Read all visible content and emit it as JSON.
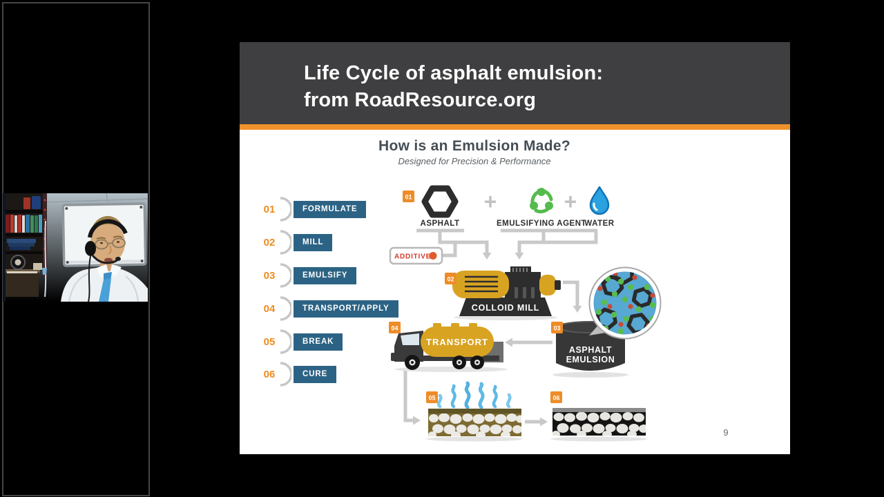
{
  "slide": {
    "title_line1": "Life Cycle of asphalt emulsion:",
    "title_line2": "from RoadResource.org",
    "heading": "How is an Emulsion Made?",
    "subheading": "Designed for Precision & Performance",
    "page_number": "9",
    "steps": [
      {
        "num": "01",
        "label": "FORMULATE"
      },
      {
        "num": "02",
        "label": "MILL"
      },
      {
        "num": "03",
        "label": "EMULSIFY"
      },
      {
        "num": "04",
        "label": "TRANSPORT/APPLY"
      },
      {
        "num": "05",
        "label": "BREAK"
      },
      {
        "num": "06",
        "label": "CURE"
      }
    ],
    "diagram": {
      "badges": {
        "b1": "01",
        "b2": "02",
        "b3": "03",
        "b4": "04",
        "b5": "05",
        "b6": "06"
      },
      "plus": "+",
      "asphalt": "ASPHALT",
      "emulsifying_agent": "EMULSIFYING AGENT",
      "water": "WATER",
      "additive": "ADDITIVE",
      "colloid_mill": "COLLOID MILL",
      "emulsion_line1": "ASPHALT",
      "emulsion_line2": "EMULSION",
      "transport": "TRANSPORT"
    },
    "colors": {
      "header_gray": "#3f3f41",
      "accent_orange": "#f0922b",
      "step_blue": "#2c6385",
      "badge_orange": "#ee8c28",
      "connector_gray": "#c9c9c9",
      "machine_yellow": "#d9a322",
      "additive_red": "#cf3a27"
    }
  }
}
